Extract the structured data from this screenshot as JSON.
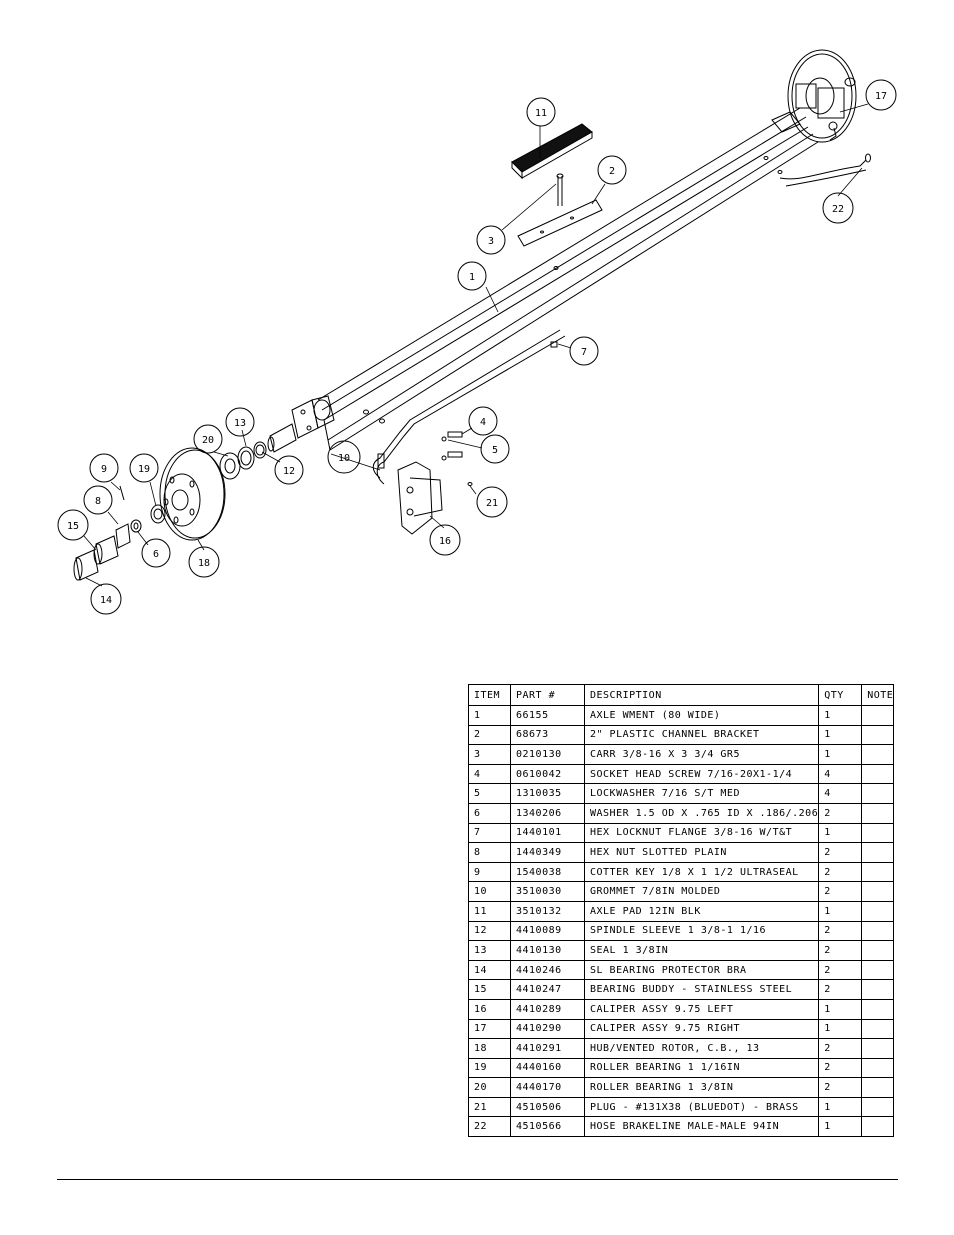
{
  "callouts": [
    "1",
    "2",
    "3",
    "4",
    "5",
    "6",
    "7",
    "8",
    "9",
    "10",
    "11",
    "12",
    "13",
    "14",
    "15",
    "16",
    "17",
    "18",
    "19",
    "20",
    "21",
    "22"
  ],
  "bom": {
    "headers": {
      "item": "ITEM",
      "part": "PART #",
      "description": "DESCRIPTION",
      "qty": "QTY",
      "note": "NOTE"
    },
    "rows": [
      {
        "item": "1",
        "part": "66155",
        "description": "AXLE WMENT (80 WIDE)",
        "qty": "1",
        "note": ""
      },
      {
        "item": "2",
        "part": "68673",
        "description": "2\" PLASTIC CHANNEL BRACKET",
        "qty": "1",
        "note": ""
      },
      {
        "item": "3",
        "part": "0210130",
        "description": "CARR 3/8-16 X 3 3/4 GR5",
        "qty": "1",
        "note": ""
      },
      {
        "item": "4",
        "part": "0610042",
        "description": "SOCKET HEAD SCREW 7/16-20X1-1/4",
        "qty": "4",
        "note": ""
      },
      {
        "item": "5",
        "part": "1310035",
        "description": "LOCKWASHER 7/16 S/T MED",
        "qty": "4",
        "note": ""
      },
      {
        "item": "6",
        "part": "1340206",
        "description": "WASHER 1.5 OD X .765 ID X .186/.206",
        "qty": "2",
        "note": ""
      },
      {
        "item": "7",
        "part": "1440101",
        "description": "HEX LOCKNUT FLANGE 3/8-16 W/T&T",
        "qty": "1",
        "note": ""
      },
      {
        "item": "8",
        "part": "1440349",
        "description": "HEX NUT SLOTTED PLAIN",
        "qty": "2",
        "note": ""
      },
      {
        "item": "9",
        "part": "1540038",
        "description": "COTTER KEY 1/8 X 1 1/2 ULTRASEAL",
        "qty": "2",
        "note": ""
      },
      {
        "item": "10",
        "part": "3510030",
        "description": "GROMMET  7/8IN MOLDED",
        "qty": "2",
        "note": ""
      },
      {
        "item": "11",
        "part": "3510132",
        "description": "AXLE PAD 12IN  BLK",
        "qty": "1",
        "note": ""
      },
      {
        "item": "12",
        "part": "4410089",
        "description": "SPINDLE SLEEVE  1 3/8-1 1/16",
        "qty": "2",
        "note": ""
      },
      {
        "item": "13",
        "part": "4410130",
        "description": "SEAL  1 3/8IN",
        "qty": "2",
        "note": ""
      },
      {
        "item": "14",
        "part": "4410246",
        "description": "SL BEARING PROTECTOR BRA",
        "qty": "2",
        "note": ""
      },
      {
        "item": "15",
        "part": "4410247",
        "description": "BEARING BUDDY - STAINLESS STEEL",
        "qty": "2",
        "note": ""
      },
      {
        "item": "16",
        "part": "4410289",
        "description": "CALIPER ASSY 9.75 LEFT",
        "qty": "1",
        "note": ""
      },
      {
        "item": "17",
        "part": "4410290",
        "description": "CALIPER ASSY 9.75 RIGHT",
        "qty": "1",
        "note": ""
      },
      {
        "item": "18",
        "part": "4410291",
        "description": "HUB/VENTED ROTOR, C.B.,  13",
        "qty": "2",
        "note": ""
      },
      {
        "item": "19",
        "part": "4440160",
        "description": "ROLLER BEARING   1 1/16IN",
        "qty": "2",
        "note": ""
      },
      {
        "item": "20",
        "part": "4440170",
        "description": "ROLLER BEARING   1 3/8IN",
        "qty": "2",
        "note": ""
      },
      {
        "item": "21",
        "part": "4510506",
        "description": "PLUG - #131X38 (BLUEDOT) - BRASS",
        "qty": "1",
        "note": ""
      },
      {
        "item": "22",
        "part": "4510566",
        "description": "HOSE BRAKELINE MALE-MALE 94IN",
        "qty": "1",
        "note": ""
      }
    ]
  }
}
